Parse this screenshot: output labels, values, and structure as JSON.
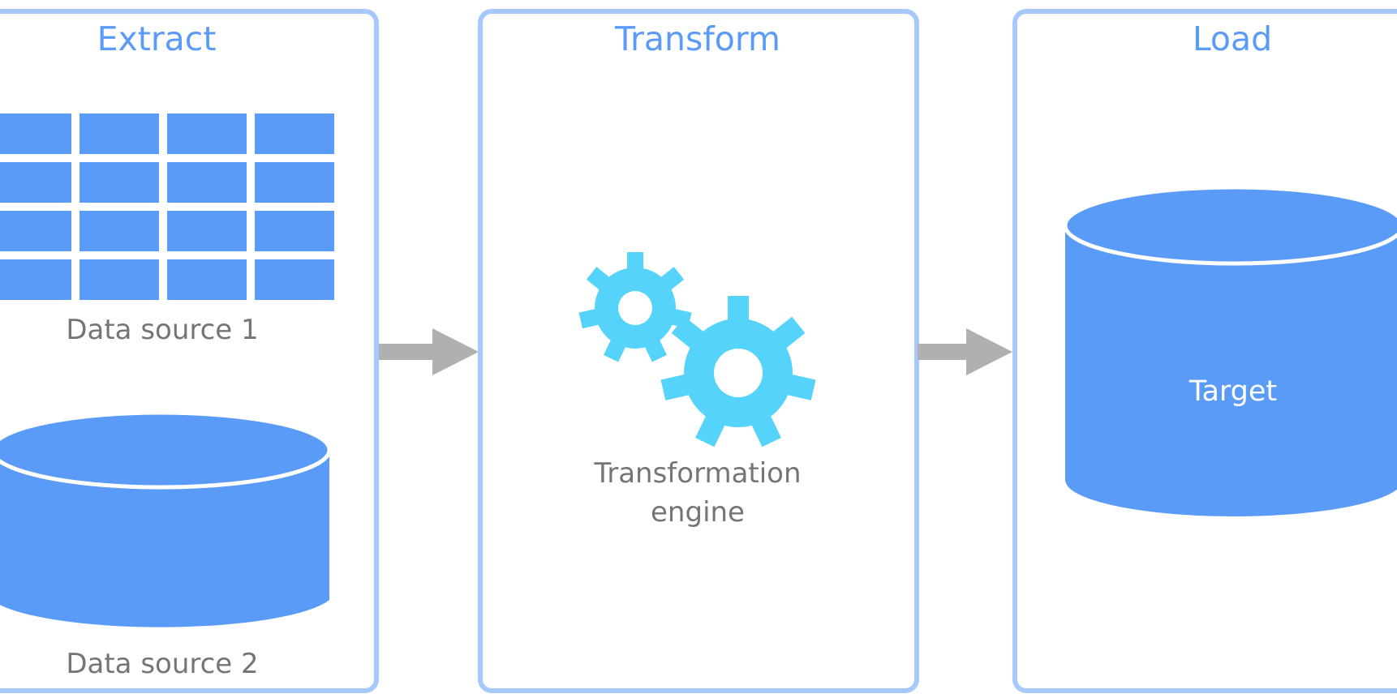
{
  "stages": {
    "extract": {
      "title": "Extract"
    },
    "transform": {
      "title": "Transform"
    },
    "load": {
      "title": "Load"
    }
  },
  "extract": {
    "source1_label": "Data source 1",
    "source2_label": "Data source 2"
  },
  "transform": {
    "engine_label_line1": "Transformation",
    "engine_label_line2": "engine"
  },
  "load": {
    "target_label": "Target"
  },
  "colors": {
    "panel_border": "#a7c8fb",
    "title": "#5b9bf8",
    "shape_blue": "#5b9bf8",
    "gear": "#56d3fb",
    "arrow": "#b0b0b0",
    "caption": "#757575"
  },
  "icons": {
    "source1": "table-grid-icon",
    "source2": "database-cylinder-icon",
    "engine": "gears-icon",
    "target": "database-cylinder-icon",
    "flow": "right-arrow-icon"
  }
}
